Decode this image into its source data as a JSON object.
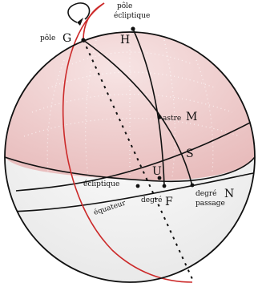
{
  "labels": {
    "pole_ecliptic_line1": "pôle",
    "pole_ecliptic_line2": "écliptique",
    "pole": "pôle",
    "G": "G",
    "H": "H",
    "astre": "astre",
    "M": "M",
    "S": "S",
    "U": "U",
    "ecliptique": "écliptique",
    "equateur": "équateur",
    "degre_F": "degré",
    "F": "F",
    "degre_N": "degré",
    "N": "N",
    "passage": "passage"
  },
  "colors": {
    "sphere_fill": "#ffffff",
    "upper_cap": "#f0cfcf",
    "outline": "#111111",
    "red_circle": "#cc2a2a",
    "grid_dots": "#ffffff"
  }
}
